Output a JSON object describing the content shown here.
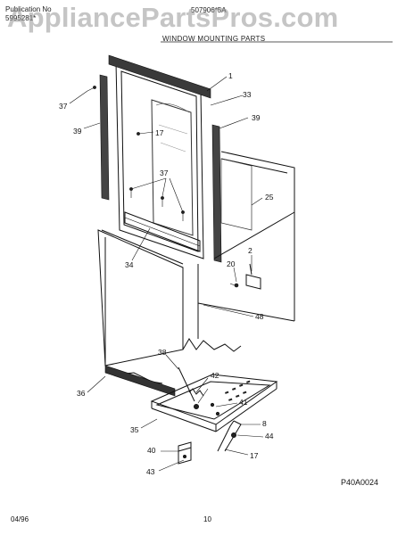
{
  "header": {
    "publication_label": "Publication No",
    "publication_number": "5995281*",
    "model": "507906*5A",
    "section_title": "WINDOW MOUNTING PARTS"
  },
  "watermark": "AppliancePartsPros.com",
  "callouts": {
    "c1": "1",
    "c37a": "37",
    "c33": "33",
    "c39a": "39",
    "c39b": "39",
    "c17a": "17",
    "c37b": "37",
    "c25": "25",
    "c2": "2",
    "c20": "20",
    "c34": "34",
    "c48": "48",
    "c38": "38",
    "c42": "42",
    "c36": "36",
    "c41": "41",
    "c8": "8",
    "c35": "35",
    "c44": "44",
    "c40": "40",
    "c17b": "17",
    "c43": "43"
  },
  "diagram_code": "P40A0024",
  "footer": {
    "date": "04/96",
    "page": "10"
  }
}
